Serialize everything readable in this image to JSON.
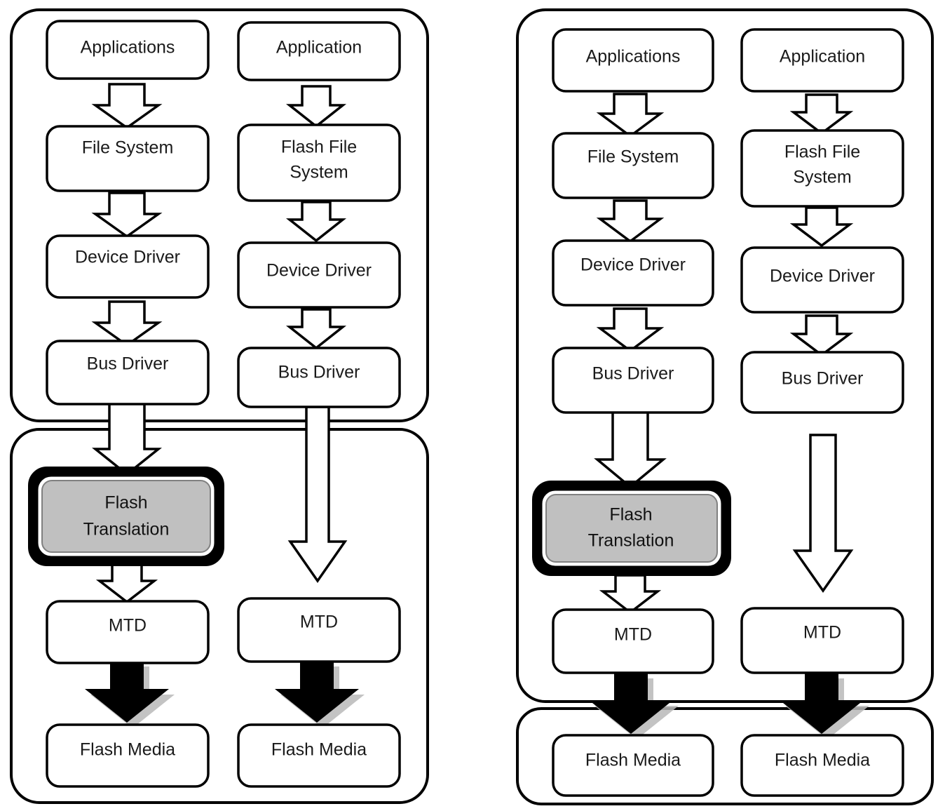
{
  "figure": {
    "type": "block-diagram",
    "description": "Flash storage software stack comparison: two side-by-side layered architecture diagrams",
    "colors": {
      "background": "#ffffff",
      "box_fill": "#ffffff",
      "stroke": "#000000",
      "highlight_fill": "#c0c0c0",
      "solid_arrow": "#000000",
      "arrow_shadow": "#b8b8b8"
    }
  },
  "diagrams": [
    {
      "id": "left-diagram",
      "name": "left-stack-diagram",
      "panels": [
        {
          "id": "left-panel-host",
          "name": "host-software-panel"
        },
        {
          "id": "left-panel-device",
          "name": "flash-device-panel"
        }
      ],
      "columns": [
        {
          "id": "left-col-a",
          "name": "block-device-path",
          "nodes": [
            {
              "id": "l-a-1",
              "name": "applications-box",
              "label": "Applications"
            },
            {
              "id": "l-a-2",
              "name": "file-system-box",
              "label": "File System"
            },
            {
              "id": "l-a-3",
              "name": "device-driver-box",
              "label": "Device Driver"
            },
            {
              "id": "l-a-4",
              "name": "bus-driver-box",
              "label": "Bus Driver"
            },
            {
              "id": "l-a-5",
              "name": "flash-translation-box",
              "label": "Flash\nTranslation",
              "highlighted": true
            },
            {
              "id": "l-a-6",
              "name": "mtd-box",
              "label": "MTD"
            },
            {
              "id": "l-a-7",
              "name": "flash-media-box",
              "label": "Flash Media"
            }
          ]
        },
        {
          "id": "left-col-b",
          "name": "flash-file-system-path",
          "nodes": [
            {
              "id": "l-b-1",
              "name": "application-box",
              "label": "Application"
            },
            {
              "id": "l-b-2",
              "name": "flash-file-system-box",
              "label": "Flash File\nSystem"
            },
            {
              "id": "l-b-3",
              "name": "device-driver-box",
              "label": "Device Driver"
            },
            {
              "id": "l-b-4",
              "name": "bus-driver-box",
              "label": "Bus Driver"
            },
            {
              "id": "l-b-5",
              "name": "mtd-box",
              "label": "MTD"
            },
            {
              "id": "l-b-6",
              "name": "flash-media-box",
              "label": "Flash Media"
            }
          ]
        }
      ]
    },
    {
      "id": "right-diagram",
      "name": "right-stack-diagram",
      "panels": [
        {
          "id": "right-panel-host",
          "name": "host-software-panel"
        },
        {
          "id": "right-panel-device",
          "name": "flash-media-panel"
        }
      ],
      "columns": [
        {
          "id": "right-col-a",
          "name": "block-device-path",
          "nodes": [
            {
              "id": "r-a-1",
              "name": "applications-box",
              "label": "Applications"
            },
            {
              "id": "r-a-2",
              "name": "file-system-box",
              "label": "File System"
            },
            {
              "id": "r-a-3",
              "name": "device-driver-box",
              "label": "Device Driver"
            },
            {
              "id": "r-a-4",
              "name": "bus-driver-box",
              "label": "Bus Driver"
            },
            {
              "id": "r-a-5",
              "name": "flash-translation-box",
              "label": "Flash\nTranslation",
              "highlighted": true
            },
            {
              "id": "r-a-6",
              "name": "mtd-box",
              "label": "MTD"
            },
            {
              "id": "r-a-7",
              "name": "flash-media-box",
              "label": "Flash Media"
            }
          ]
        },
        {
          "id": "right-col-b",
          "name": "flash-file-system-path",
          "nodes": [
            {
              "id": "r-b-1",
              "name": "application-box",
              "label": "Application"
            },
            {
              "id": "r-b-2",
              "name": "flash-file-system-box",
              "label": "Flash File\nSystem"
            },
            {
              "id": "r-b-3",
              "name": "device-driver-box",
              "label": "Device Driver"
            },
            {
              "id": "r-b-4",
              "name": "bus-driver-box",
              "label": "Bus Driver"
            },
            {
              "id": "r-b-5",
              "name": "mtd-box",
              "label": "MTD"
            },
            {
              "id": "r-b-6",
              "name": "flash-media-box",
              "label": "Flash Media"
            }
          ]
        }
      ]
    }
  ],
  "labels": {
    "applications": "Applications",
    "application": "Application",
    "file_system": "File System",
    "flash_file_system_1": "Flash File",
    "flash_file_system_2": "System",
    "device_driver": "Device Driver",
    "bus_driver": "Bus Driver",
    "flash_translation_1": "Flash",
    "flash_translation_2": "Translation",
    "mtd": "MTD",
    "flash_media": "Flash Media"
  }
}
